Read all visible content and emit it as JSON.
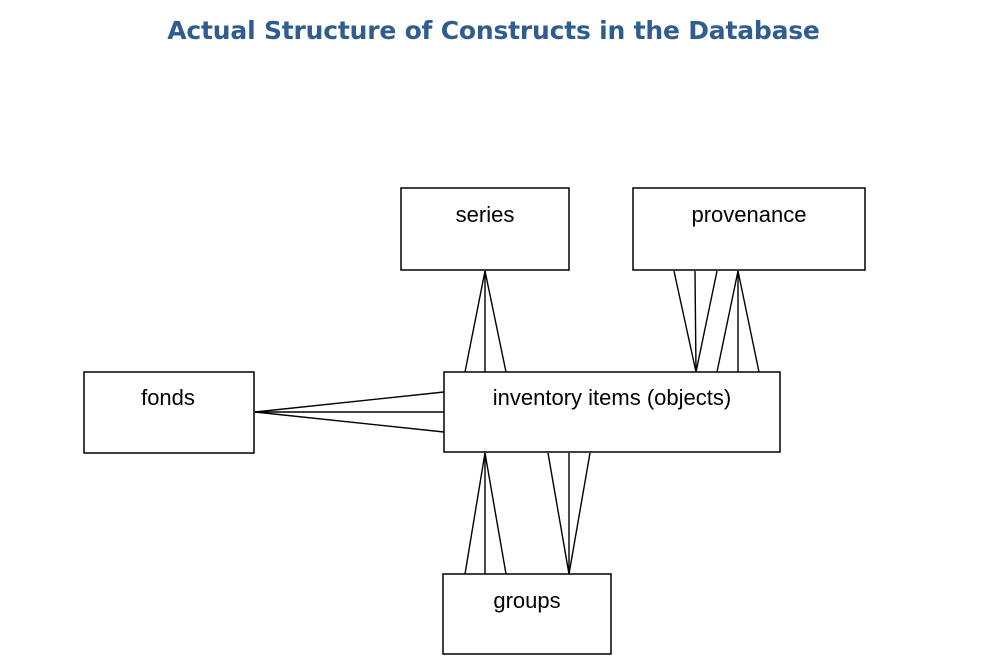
{
  "title": "Actual Structure of Constructs in the Database",
  "nodes": {
    "series": "series",
    "provenance": "provenance",
    "fonds": "fonds",
    "inventory": "inventory items (objects)",
    "groups": "groups"
  },
  "relationships": [
    {
      "from": "inventory",
      "to": "series",
      "type": "many-to-one"
    },
    {
      "from": "inventory",
      "to": "provenance",
      "type": "many-to-many"
    },
    {
      "from": "inventory",
      "to": "fonds",
      "type": "many-to-one"
    },
    {
      "from": "inventory",
      "to": "groups",
      "type": "many-to-many"
    }
  ]
}
